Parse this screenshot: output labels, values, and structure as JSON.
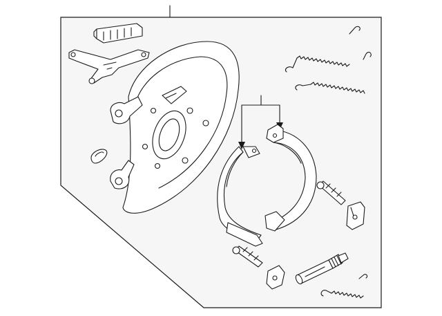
{
  "diagram": {
    "style": "exploded parts diagram (line art)",
    "colors": {
      "line": "#1a1a1a",
      "frame_fill": "#f6f6f6",
      "background": "#ffffff"
    },
    "parts": [
      "clip",
      "adjuster-lever-bracket",
      "backing-plate",
      "knuckle-arm",
      "grommet",
      "upper-return-spring",
      "lower-return-spring",
      "front-brake-shoe",
      "rear-brake-shoe",
      "hold-down-pin-upper",
      "hold-down-clip-upper",
      "hold-down-pin-lower",
      "hold-down-clip-lower",
      "adjuster-screw",
      "adjuster-spring"
    ]
  }
}
